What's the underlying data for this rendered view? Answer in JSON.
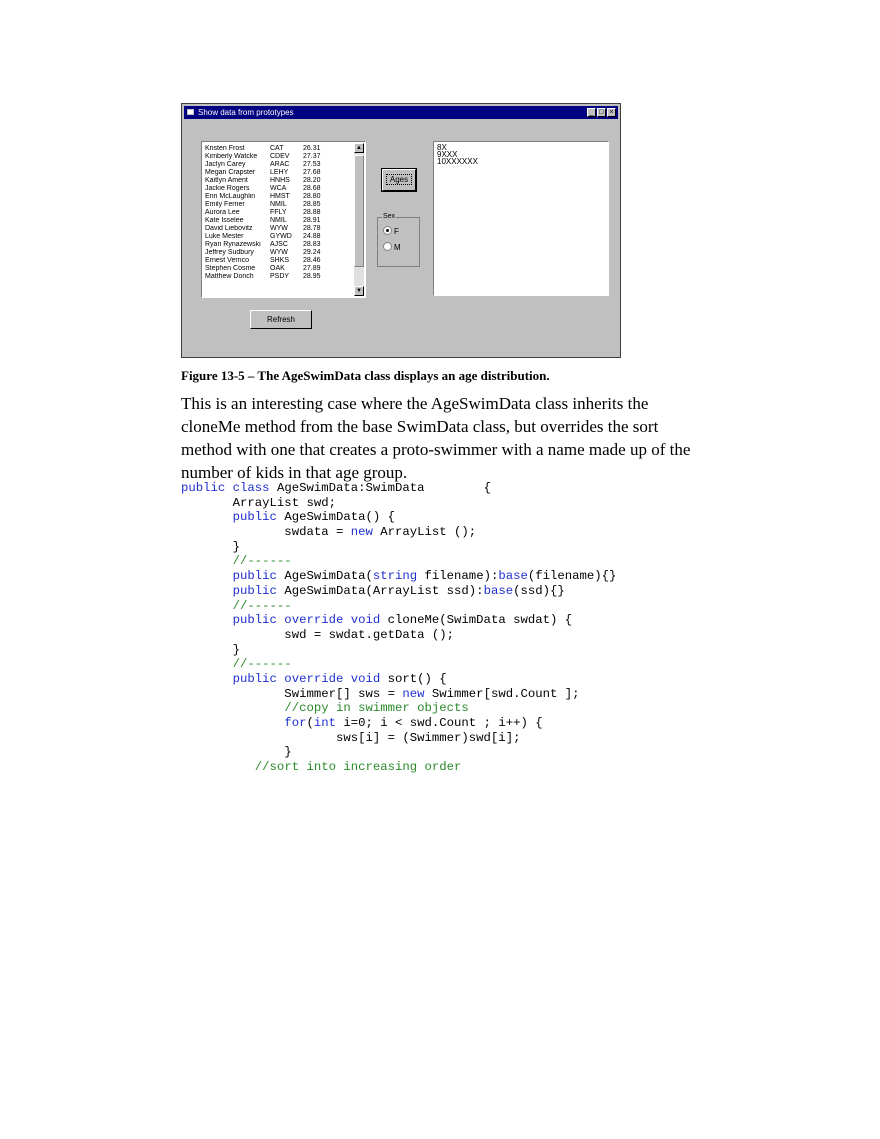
{
  "dialog": {
    "title": "Show data from prototypes",
    "controls": {
      "minimize": "_",
      "maximize": "□",
      "close": "×"
    },
    "list_rows": [
      {
        "name": "Kristen Frost",
        "club": "CAT",
        "time": "26.31"
      },
      {
        "name": "Kimberly Watcke",
        "club": "CDEV",
        "time": "27.37"
      },
      {
        "name": "Jaclyn Carey",
        "club": "ARAC",
        "time": "27.53"
      },
      {
        "name": "Megan Crapster",
        "club": "LEHY",
        "time": "27.68"
      },
      {
        "name": "Kaitlyn Ament",
        "club": "HNHS",
        "time": "28.20"
      },
      {
        "name": "Jackie Rogers",
        "club": "WCA",
        "time": "28.68"
      },
      {
        "name": "Erin McLaughlin",
        "club": "HMST",
        "time": "28.80"
      },
      {
        "name": "Emily Ferrier",
        "club": "NMIL",
        "time": "28.85"
      },
      {
        "name": "Aurora Lee",
        "club": "FFLY",
        "time": "28.88"
      },
      {
        "name": "Kate Isselee",
        "club": "NMIL",
        "time": "28.91"
      },
      {
        "name": "David Liebovitz",
        "club": "WYW",
        "time": "28.78"
      },
      {
        "name": "Luke Mester",
        "club": "GYWD",
        "time": "24.88"
      },
      {
        "name": "Ryan Rynazewski",
        "club": "AJSC",
        "time": "28.83"
      },
      {
        "name": "Jeffrey Sudbury",
        "club": "WYW",
        "time": "29.24"
      },
      {
        "name": "Ernest Verrico",
        "club": "SHKS",
        "time": "28.46"
      },
      {
        "name": "Stephen Cosme",
        "club": "OAK",
        "time": "27.89"
      },
      {
        "name": "Matthew Donch",
        "club": "PSDY",
        "time": "28.95"
      }
    ],
    "ages_button": "Ages",
    "sex_group": {
      "label": "Sex",
      "options": [
        "F",
        "M"
      ],
      "selected": "F"
    },
    "results": [
      "8X",
      "9XXX",
      "10XXXXXX"
    ],
    "refresh_button": "Refresh"
  },
  "caption": "Figure 13-5 – The AgeSwimData class displays an age distribution.",
  "paragraph_lines": [
    "This is an interesting case where the AgeSwimData class inherits the",
    "cloneMe method from the base SwimData class, but overrides the sort",
    "method with one that creates a proto-swimmer with a name made up of the",
    "number of kids in that age group."
  ],
  "code_lines": [
    [
      {
        "t": "public class",
        "k": "kw"
      },
      {
        "t": " AgeSwimData:SwimData        {"
      }
    ],
    [
      {
        "t": "       ArrayList swd;"
      }
    ],
    [
      {
        "t": "       "
      },
      {
        "t": "public",
        "k": "kw"
      },
      {
        "t": " AgeSwimData() {"
      }
    ],
    [
      {
        "t": "              swdata = "
      },
      {
        "t": "new",
        "k": "kw"
      },
      {
        "t": " ArrayList ();"
      }
    ],
    [
      {
        "t": "       }"
      }
    ],
    [
      {
        "t": "       "
      },
      {
        "t": "//------",
        "k": "cm"
      }
    ],
    [
      {
        "t": "       "
      },
      {
        "t": "public",
        "k": "kw"
      },
      {
        "t": " AgeSwimData("
      },
      {
        "t": "string",
        "k": "kw"
      },
      {
        "t": " filename):"
      },
      {
        "t": "base",
        "k": "kw"
      },
      {
        "t": "(filename){}"
      }
    ],
    [
      {
        "t": "       "
      },
      {
        "t": "public",
        "k": "kw"
      },
      {
        "t": " AgeSwimData(ArrayList ssd):"
      },
      {
        "t": "base",
        "k": "kw"
      },
      {
        "t": "(ssd){}"
      }
    ],
    [
      {
        "t": "       "
      },
      {
        "t": "//------",
        "k": "cm"
      }
    ],
    [
      {
        "t": "       "
      },
      {
        "t": "public override void",
        "k": "kw"
      },
      {
        "t": " cloneMe(SwimData swdat) {"
      }
    ],
    [
      {
        "t": "              swd = swdat.getData ();"
      }
    ],
    [
      {
        "t": "       }"
      }
    ],
    [
      {
        "t": "       "
      },
      {
        "t": "//------",
        "k": "cm"
      }
    ],
    [
      {
        "t": "       "
      },
      {
        "t": "public override void",
        "k": "kw"
      },
      {
        "t": " sort() {"
      }
    ],
    [
      {
        "t": "              Swimmer[] sws = "
      },
      {
        "t": "new",
        "k": "kw"
      },
      {
        "t": " Swimmer[swd.Count ];"
      }
    ],
    [
      {
        "t": "              "
      },
      {
        "t": "//copy in swimmer objects",
        "k": "cm"
      }
    ],
    [
      {
        "t": "              "
      },
      {
        "t": "for",
        "k": "kw"
      },
      {
        "t": "("
      },
      {
        "t": "int",
        "k": "kw"
      },
      {
        "t": " i=0; i < swd.Count ; i++) {"
      }
    ],
    [
      {
        "t": "                     sws[i] = (Swimmer)swd[i];"
      }
    ],
    [
      {
        "t": "              }"
      }
    ],
    [
      {
        "t": "          "
      },
      {
        "t": "//sort into increasing order",
        "k": "cm"
      }
    ]
  ]
}
